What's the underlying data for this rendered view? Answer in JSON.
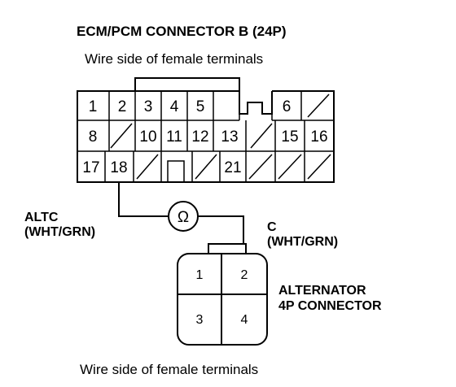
{
  "title": "ECM/PCM CONNECTOR B (24P)",
  "ecm_subtitle": "Wire side of female terminals",
  "ecm_pins": {
    "p1": "1",
    "p2": "2",
    "p3": "3",
    "p4": "4",
    "p5": "5",
    "p6": "6",
    "p8": "8",
    "p10": "10",
    "p11": "11",
    "p12": "12",
    "p13": "13",
    "p15": "15",
    "p16": "16",
    "p17": "17",
    "p18": "18",
    "p21": "21"
  },
  "ohmmeter_symbol": "Ω",
  "wire_altc": {
    "name": "ALTC",
    "color": "(WHT/GRN)"
  },
  "wire_c": {
    "name": "C",
    "color": "(WHT/GRN)"
  },
  "alternator": {
    "label_line1": "ALTERNATOR",
    "label_line2": "4P CONNECTOR",
    "pins": {
      "p1": "1",
      "p2": "2",
      "p3": "3",
      "p4": "4"
    }
  },
  "bottom_subtitle": "Wire side of female terminals"
}
